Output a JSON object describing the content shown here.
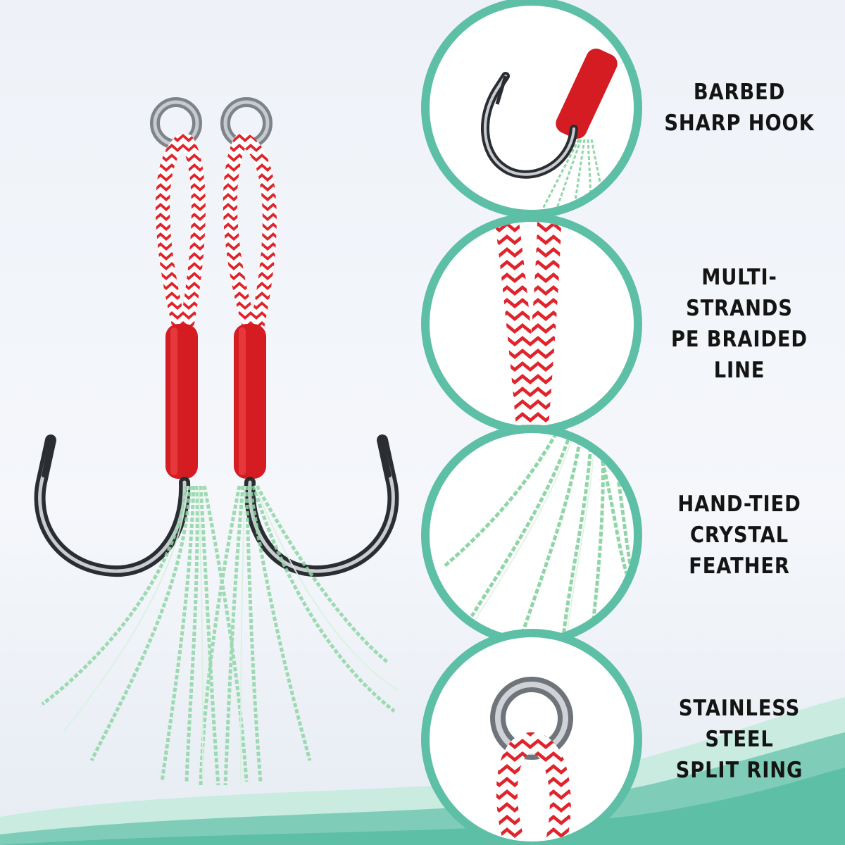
{
  "features": [
    {
      "id": "barbed-sharp-hook",
      "line1": "BARBED",
      "line2": "SHARP HOOK",
      "icon": "hook-icon"
    },
    {
      "id": "braided-line",
      "line1": "MULTI-STRANDS",
      "line2": "PE BRAIDED LINE",
      "icon": "braided-line-icon"
    },
    {
      "id": "crystal-feather",
      "line1": "HAND-TIED CRYSTAL",
      "line2": "FEATHER",
      "icon": "feather-icon"
    },
    {
      "id": "split-ring",
      "line1": "STAINLESS STEEL",
      "line2": "SPLIT RING",
      "icon": "split-ring-icon"
    }
  ],
  "colors": {
    "accent_teal": "#5cbfa6",
    "cord_red": "#e0242c",
    "wrap_red": "#d41c22",
    "steel": "#8a8f96",
    "flash_green": "#8fd6a6",
    "text": "#141414"
  }
}
